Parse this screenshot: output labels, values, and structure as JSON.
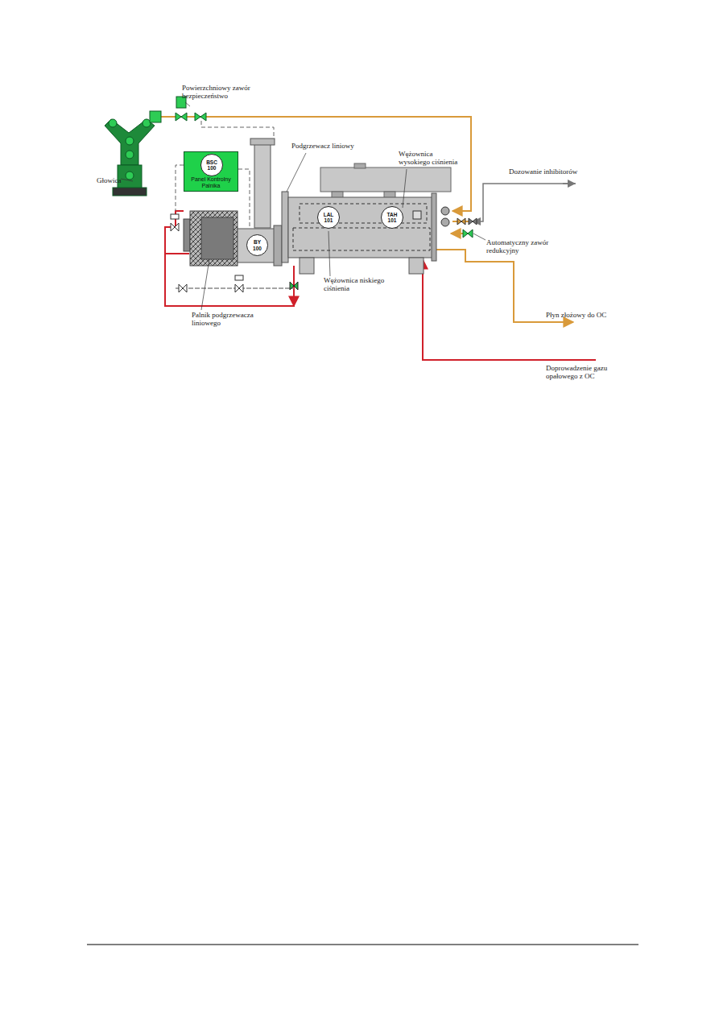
{
  "diagram": {
    "nodes": [
      {
        "text": [
          "Panel Kontrolny Palnika"
        ]
      },
      {
        "text": [
          "BSC 100"
        ],
        "in": 0
      },
      {
        "text": [
          "BY 100"
        ]
      },
      {
        "text": [
          "LAL 101"
        ]
      },
      {
        "text": [
          "TAH 101"
        ]
      }
    ],
    "labels": [
      "Powierzchniowy zawór bezpieczeństwo",
      "Głowica",
      "Podgrzewacz liniowy",
      "Wężownica wysokiego ciśnienia",
      "Dozowanie inhibitorów",
      "Automatyczny zawór redukcyjny",
      "Wężownica niskiego ciśnienia",
      "Palnik podgrzewacza liniowego",
      "Płyn złożowy do OC",
      "Doprowadzenie gazu opałowego z OC"
    ]
  }
}
